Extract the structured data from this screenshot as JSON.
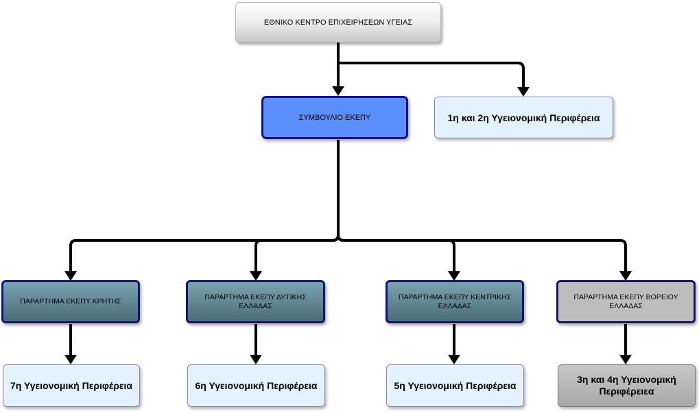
{
  "root": {
    "label": "ΕΘΝΙΚΟ ΚΕΝΤΡΟ ΕΠΙΧΕΙΡΗΣΕΩΝ ΥΓΕΙΑΣ"
  },
  "council": {
    "label": "ΣΥΜΒΟΥΛΙΟ ΕΚΕΠΥ"
  },
  "region_1_2": {
    "label": "1η και 2η Υγειονομική Περιφέρεια"
  },
  "branches": [
    {
      "label": "ΠΑΡΑΡΤΗΜΑ ΕΚΕΠΥ ΚΡΗΤΗΣ",
      "region": "7η Υγειονομική Περιφέρεια"
    },
    {
      "label": "ΠΑΡΑΡΤΗΜΑ ΕΚΕΠΥ ΔΥΤΙΚΗΣ ΕΛΛΑΔΑΣ",
      "region": "6η Υγειονομική Περιφέρεια"
    },
    {
      "label": "ΠΑΡΑΡΤΗΜΑ ΕΚΕΠΥ ΚΕΝΤΡΙΚΗΣ ΕΛΛΑΔΑΣ",
      "region": "5η Υγειονομική Περιφέρεια"
    },
    {
      "label": "ΠΑΡΑΡΤΗΜΑ ΕΚΕΠΥ ΒΟΡΕΙΟΥ ΕΛΛΑΔΑΣ",
      "region": "3η και 4η Υγειονομική Περιφέρειεα"
    }
  ],
  "colors": {
    "council_fill": "#5b8ffb",
    "border_dark_blue": "#10108a",
    "branch_fill": "#4a6d78",
    "region_fill": "#e3f2fe",
    "grey_fill": "#bdbdbd",
    "connector": "#000000"
  }
}
